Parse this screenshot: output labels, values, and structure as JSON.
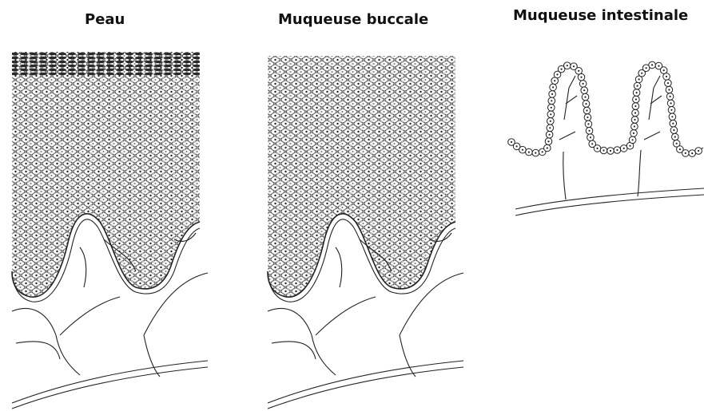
{
  "panels": [
    {
      "id": "peau",
      "title": "Peau"
    },
    {
      "id": "buccale",
      "title": "Muqueuse buccale"
    },
    {
      "id": "intestinale",
      "title": "Muqueuse intestinale"
    }
  ]
}
